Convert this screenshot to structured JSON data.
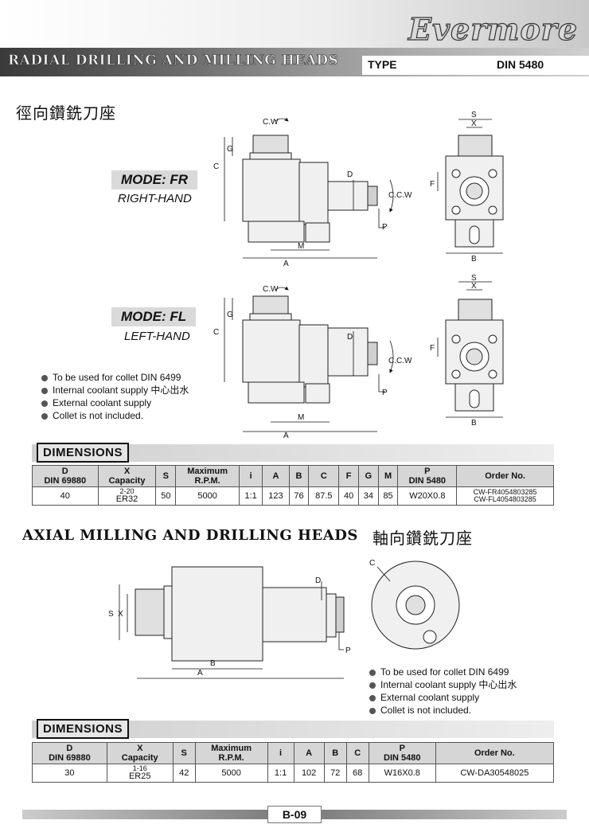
{
  "header": {
    "brand": "Evermore",
    "title": "RADIAL DRILLING AND MILLING HEADS",
    "type_label": "TYPE",
    "type_value": "DIN 5480"
  },
  "radial": {
    "cn_title": "徑向鑽銑刀座",
    "mode_fr": {
      "label": "MODE: FR",
      "sub": "RIGHT-HAND"
    },
    "mode_fl": {
      "label": "MODE: FL",
      "sub": "LEFT-HAND"
    },
    "drawing_labels": {
      "cw": "C.W",
      "ccw": "C.C.W",
      "g": "G",
      "c": "C",
      "d": "D",
      "p": "P",
      "m": "M",
      "a": "A",
      "s": "S",
      "x": "X",
      "f": "F",
      "b": "B"
    },
    "notes": [
      "To be used for collet DIN 6499",
      "Internal coolant supply  中心出水",
      "External coolant supply",
      "Collet is not included."
    ],
    "dimensions_label": "DIMENSIONS",
    "table": {
      "headers": [
        [
          "D",
          "DIN 69880"
        ],
        [
          "X",
          "Capacity"
        ],
        [
          "S"
        ],
        [
          "Maximum",
          "R.P.M."
        ],
        [
          "i"
        ],
        [
          "A"
        ],
        [
          "B"
        ],
        [
          "C"
        ],
        [
          "F"
        ],
        [
          "G"
        ],
        [
          "M"
        ],
        [
          "P",
          "DIN 5480"
        ],
        [
          "Order No."
        ]
      ],
      "row": {
        "d": "40",
        "x1": "2-20",
        "x2": "ER32",
        "s": "50",
        "rpm": "5000",
        "i": "1:1",
        "a": "123",
        "b": "76",
        "c": "87.5",
        "f": "40",
        "g": "34",
        "m": "85",
        "p": "W20X0.8",
        "order1": "CW-FR4054803285",
        "order2": "CW-FL4054803285"
      }
    }
  },
  "axial": {
    "title": "AXIAL MILLING AND DRILLING HEADS",
    "cn_title": "軸向鑽銑刀座",
    "drawing_labels": {
      "s": "S",
      "x": "X",
      "d": "D",
      "p": "P",
      "b": "B",
      "a": "A",
      "c": "C"
    },
    "notes": [
      "To be used for collet DIN 6499",
      "Internal coolant supply   中心出水",
      "External coolant supply",
      "Collet is not included."
    ],
    "dimensions_label": "DIMENSIONS",
    "table": {
      "headers": [
        [
          "D",
          "DIN 69880"
        ],
        [
          "X",
          "Capacity"
        ],
        [
          "S"
        ],
        [
          "Maximum",
          "R.P.M."
        ],
        [
          "i"
        ],
        [
          "A"
        ],
        [
          "B"
        ],
        [
          "C"
        ],
        [
          "P",
          "DIN 5480"
        ],
        [
          "Order No."
        ]
      ],
      "row": {
        "d": "30",
        "x1": "1-16",
        "x2": "ER25",
        "s": "42",
        "rpm": "5000",
        "i": "1:1",
        "a": "102",
        "b": "72",
        "c": "68",
        "p": "W16X0.8",
        "order": "CW-DA30548025"
      }
    }
  },
  "footer": {
    "page": "B-09"
  }
}
